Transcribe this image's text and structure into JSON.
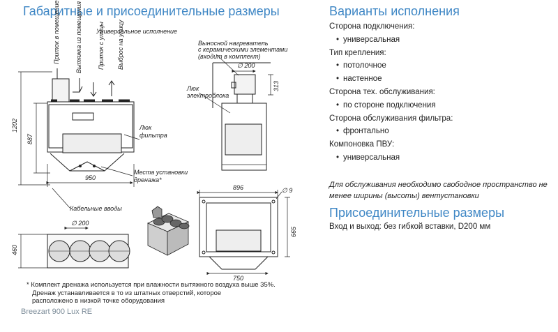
{
  "left_title": "Габаритные и присоединительные размеры",
  "right_title": "Варианты исполнения",
  "drawing": {
    "caption": "Универсальное исполнение",
    "airflow": {
      "supply_room": "Приток в помещение",
      "exhaust_room": "Вытяжка из помещения",
      "supply_street": "Приток с улицы",
      "exhaust_street": "Выброс на улицу"
    },
    "labels": {
      "filter_hatch": [
        "Люк",
        "фильтра"
      ],
      "drain_places": [
        "Места установки",
        "дренажа*"
      ],
      "cable_inputs": "Кабельные вводы",
      "heater": [
        "Выносной нагреватель",
        "с керамическими элементами",
        "(входит в комплект)"
      ],
      "electric_hatch": [
        "Люк",
        "электроблока"
      ]
    },
    "dims": {
      "height_total": "1202",
      "height_body": "887",
      "width_main": "950",
      "duct_d1": "∅ 200",
      "duct_d2": "∅ 200",
      "heater_h": "313",
      "mount_w": "896",
      "mount_h": "665",
      "bottom_w": "750",
      "hole_d": "∅ 9",
      "top_h": "460"
    }
  },
  "options": [
    {
      "label": "Сторона подключения:",
      "values": [
        "универсальная"
      ]
    },
    {
      "label": "Тип крепления:",
      "values": [
        "потолочное",
        "настенное"
      ]
    },
    {
      "label": "Сторона тех. обслуживания:",
      "values": [
        "по стороне подключения"
      ]
    },
    {
      "label": "Сторона обслуживания фильтра:",
      "values": [
        "фронтально"
      ]
    },
    {
      "label": "Компоновка ПВУ:",
      "values": [
        "универсальная"
      ]
    }
  ],
  "note": "Для обслуживания необходимо свободное пространство не менее ширины (высоты) вентустановки",
  "connection_title": "Присоединительные размеры",
  "connection_text": "Вход и выход: без гибкой вставки, D200 мм",
  "footnote": [
    "* Комплект дренажа используется при влажности вытяжного воздуха выше 35%.",
    "Дренаж устанавливается в то из штатных отверстий, которое",
    "расположено в низкой точке оборудования"
  ],
  "brand": "Breezart 900 Lux RE",
  "colors": {
    "accent": "#3f87c5",
    "brand_gray": "#7e8e9a"
  }
}
